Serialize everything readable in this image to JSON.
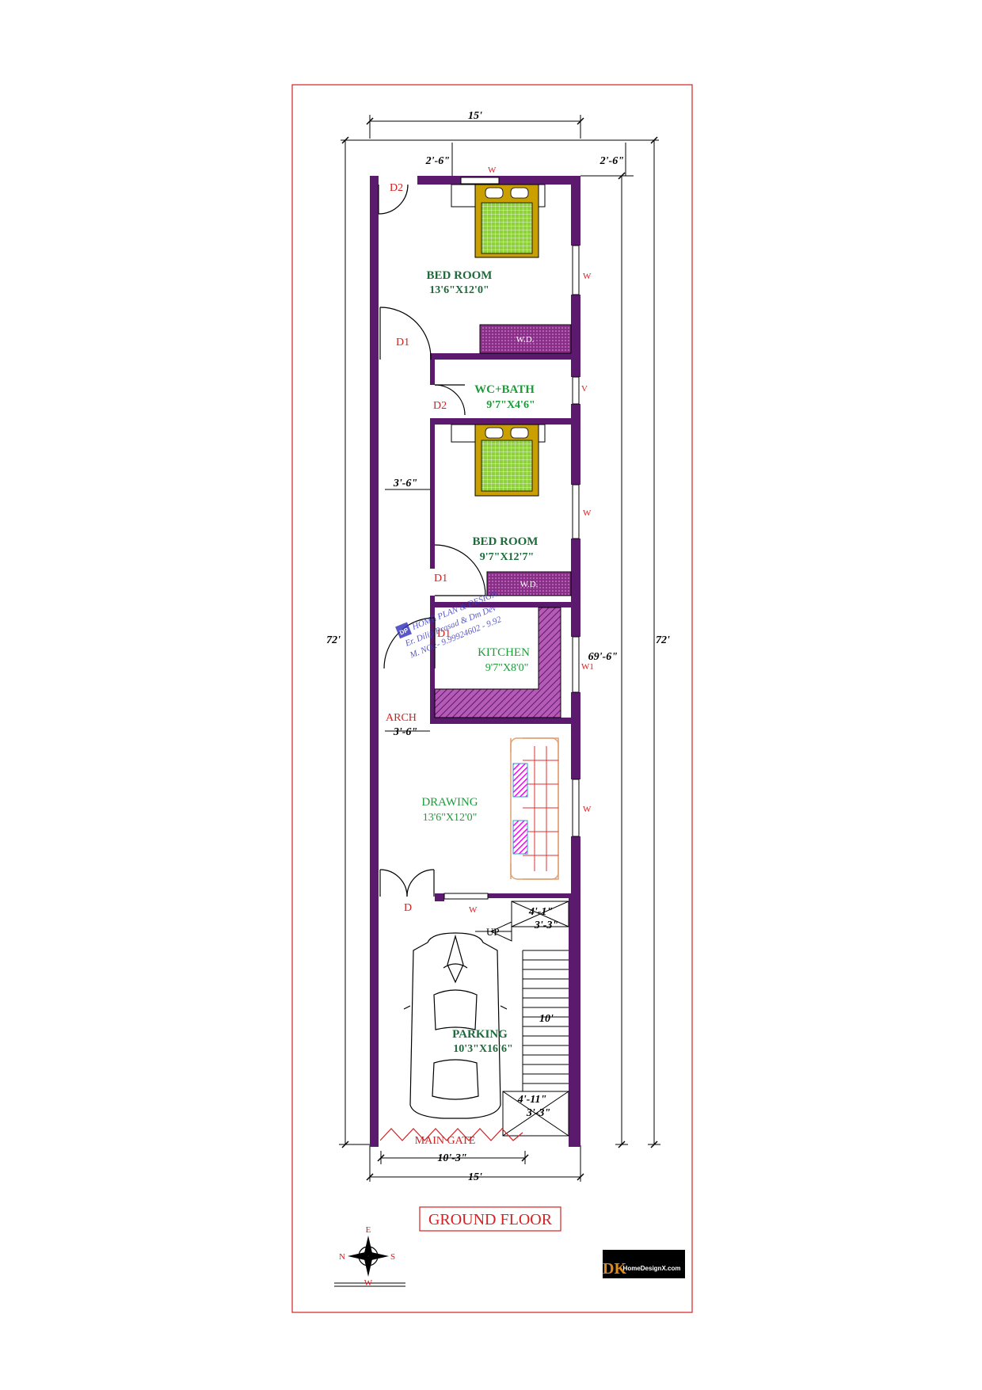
{
  "dimensions": {
    "top_width": "15'",
    "top_setback": "2'-6\"",
    "right_setback": "2'-6\"",
    "left_total": "72'",
    "right_total": "72'",
    "inner_right": "69'-6\"",
    "passage_1": "3'-6\"",
    "passage_2": "3'-6\"",
    "stair_top_1": "4'-1\"",
    "stair_top_2": "3'-3\"",
    "stair_len": "10'",
    "stair_bot_1": "4'-11\"",
    "stair_bot_2": "3'-3\"",
    "gate_width": "10'-3\"",
    "bottom_width": "15'"
  },
  "rooms": {
    "bed1": {
      "title": "BED ROOM",
      "size": "13'6\"X12'0\""
    },
    "bath": {
      "title": "WC+BATH",
      "size": "9'7\"X4'6\""
    },
    "bed2": {
      "title": "BED ROOM",
      "size": "9'7\"X12'7\""
    },
    "kitchen": {
      "title": "KITCHEN",
      "size": "9'7\"X8'0\""
    },
    "drawing": {
      "title": "DRAWING",
      "size": "13'6\"X12'0\""
    },
    "parking": {
      "title": "PARKING",
      "size": "10'3\"X16'6\""
    }
  },
  "labels": {
    "d2_top": "D2",
    "d1_top": "D1",
    "d2_bath": "D2",
    "d1_bed": "D1",
    "d1_kitchen": "D1",
    "d_main": "D",
    "w_top": "W",
    "w_bed1": "W",
    "v_bath": "V",
    "w_bed2": "W",
    "w1_kitchen": "W1",
    "w_drawing": "W",
    "w_bottom": "W",
    "wd_1": "W.D.",
    "wd_2": "W.D.",
    "arch": "ARCH",
    "up": "UP",
    "main_gate": "MAIN GATE"
  },
  "title": "GROUND FLOOR",
  "compass": {
    "top": "E",
    "left": "N",
    "right": "S",
    "bottom": "W"
  },
  "watermark": {
    "line1": "HOME PLAN & DESIGN",
    "line2": "Er. Dilip Prasad & Dm Dev",
    "line3": "M. NO.:- 9.99924602 - 9.92",
    "mark": "DP"
  },
  "logo": {
    "mark": "DK",
    "text": "HomeDesignX.com"
  },
  "colors": {
    "wall": "#5b1a6e",
    "border": "#d42020",
    "room_title": "#1d6b3a",
    "bed": "#8fd13a",
    "bed_frame": "#c9a000",
    "hatch": "#8a2e8a",
    "sofa": "#e0a070",
    "cushion": "#ff00ff"
  }
}
